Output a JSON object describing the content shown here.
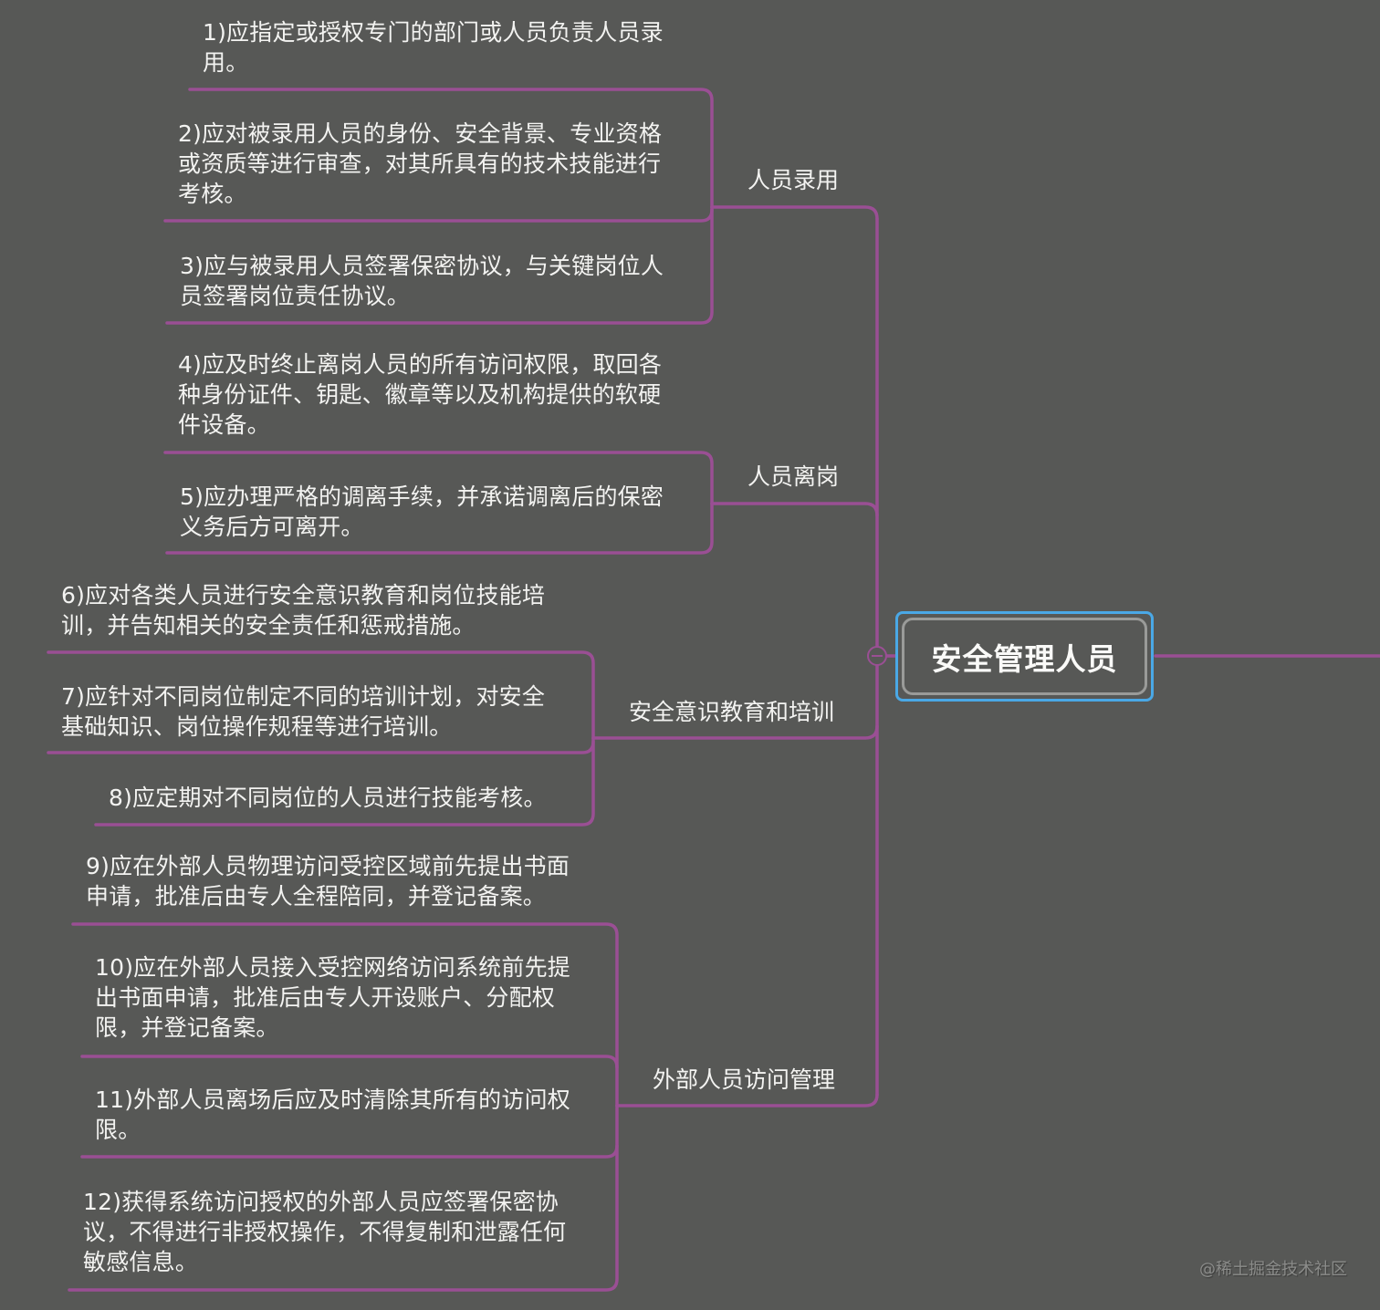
{
  "root": {
    "label": "安全管理人员"
  },
  "colors": {
    "background": "#575856",
    "connector": "#9a4f94",
    "root_outer_border": "#4aa8e6",
    "root_inner_border": "#9a9b99",
    "text": "#f3f3f1"
  },
  "branches": [
    {
      "label": "人员录用",
      "items": [
        "1)应指定或授权专门的部门或人员负责人员录用。",
        "2)应对被录用人员的身份、安全背景、专业资格或资质等进行审查，对其所具有的技术技能进行考核。",
        "3)应与被录用人员签署保密协议，与关键岗位人员签署岗位责任协议。"
      ]
    },
    {
      "label": "人员离岗",
      "items": [
        "4)应及时终止离岗人员的所有访问权限，取回各种身份证件、钥匙、徽章等以及机构提供的软硬件设备。",
        "5)应办理严格的调离手续，并承诺调离后的保密义务后方可离开。"
      ]
    },
    {
      "label": "安全意识教育和培训",
      "items": [
        "6)应对各类人员进行安全意识教育和岗位技能培训，并告知相关的安全责任和惩戒措施。",
        "7)应针对不同岗位制定不同的培训计划，对安全基础知识、岗位操作规程等进行培训。",
        "8)应定期对不同岗位的人员进行技能考核。"
      ]
    },
    {
      "label": "外部人员访问管理",
      "items": [
        "9)应在外部人员物理访问受控区域前先提出书面申请，批准后由专人全程陪同，并登记备案。",
        "10)应在外部人员接入受控网络访问系统前先提出书面申请，批准后由专人开设账户、分配权限，并登记备案。",
        "11)外部人员离场后应及时清除其所有的访问权限。",
        "12)获得系统访问授权的外部人员应签署保密协议，不得进行非授权操作，不得复制和泄露任何敏感信息。"
      ]
    }
  ],
  "watermark": "@稀土掘金技术社区"
}
